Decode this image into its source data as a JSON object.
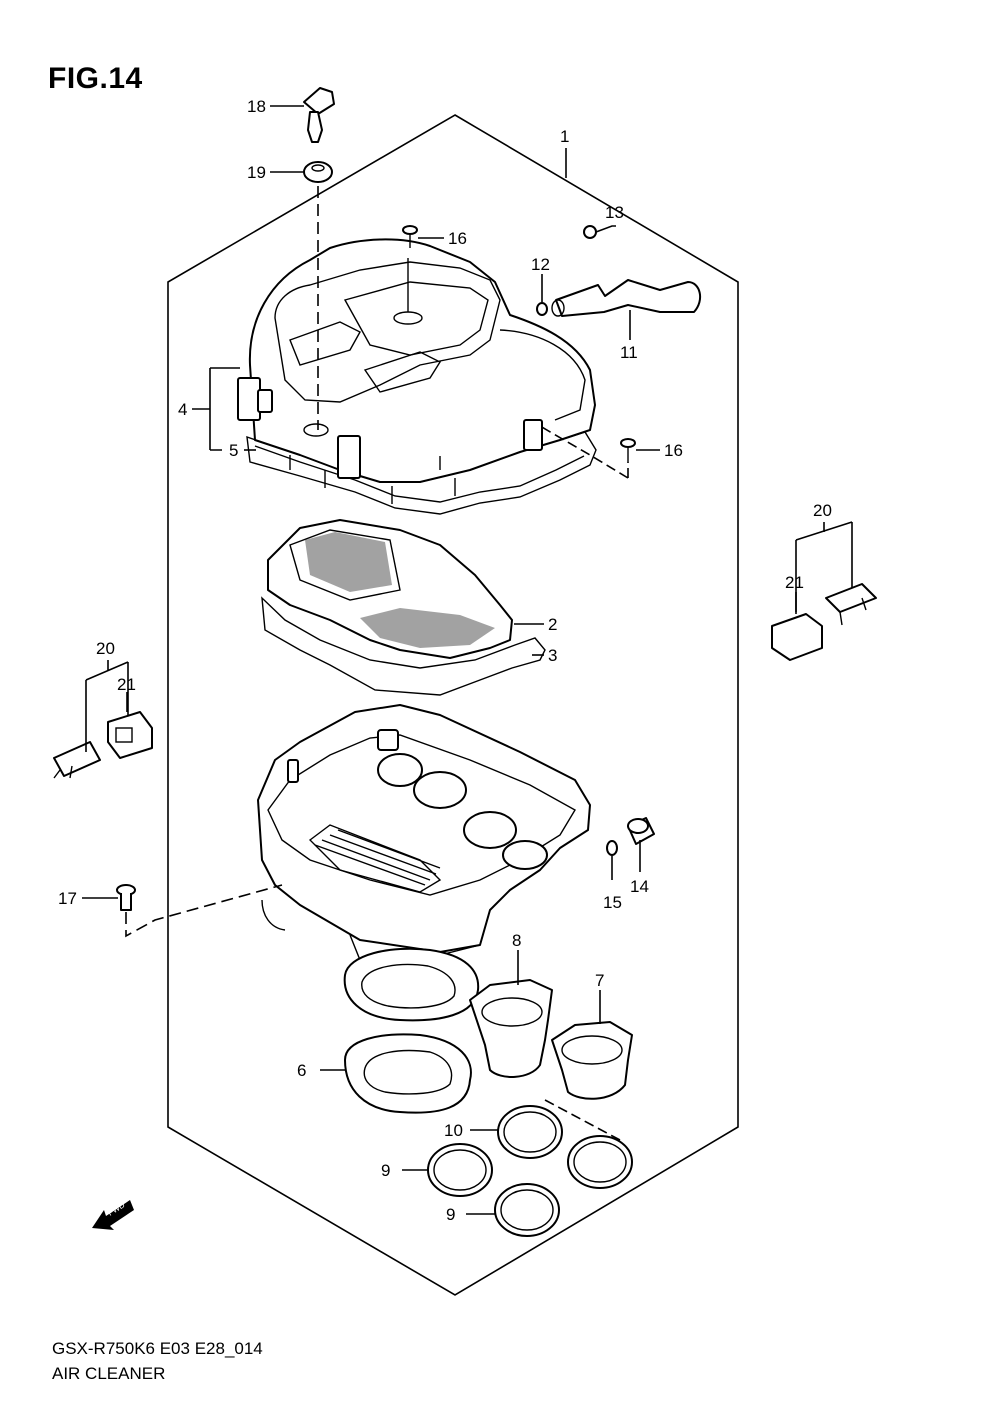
{
  "figure": {
    "title": "FIG.14"
  },
  "callouts": [
    {
      "id": "c1",
      "text": "1"
    },
    {
      "id": "c2",
      "text": "2"
    },
    {
      "id": "c3",
      "text": "3"
    },
    {
      "id": "c4",
      "text": "4"
    },
    {
      "id": "c5",
      "text": "5"
    },
    {
      "id": "c6",
      "text": "6"
    },
    {
      "id": "c7",
      "text": "7"
    },
    {
      "id": "c8",
      "text": "8"
    },
    {
      "id": "c9a",
      "text": "9"
    },
    {
      "id": "c9b",
      "text": "9"
    },
    {
      "id": "c10",
      "text": "10"
    },
    {
      "id": "c11",
      "text": "11"
    },
    {
      "id": "c12",
      "text": "12"
    },
    {
      "id": "c13",
      "text": "13"
    },
    {
      "id": "c14",
      "text": "14"
    },
    {
      "id": "c15",
      "text": "15"
    },
    {
      "id": "c16a",
      "text": "16"
    },
    {
      "id": "c16b",
      "text": "16"
    },
    {
      "id": "c17",
      "text": "17"
    },
    {
      "id": "c18",
      "text": "18"
    },
    {
      "id": "c19",
      "text": "19"
    },
    {
      "id": "c20a",
      "text": "20"
    },
    {
      "id": "c20b",
      "text": "20"
    },
    {
      "id": "c21a",
      "text": "21"
    },
    {
      "id": "c21b",
      "text": "21"
    }
  ],
  "fwd_arrow": {
    "label": "FWD",
    "icon": "forward-arrow-icon"
  },
  "footer": {
    "model_code": "GSX-R750K6 E03 E28_014",
    "diagram_name": "AIR CLEANER"
  }
}
